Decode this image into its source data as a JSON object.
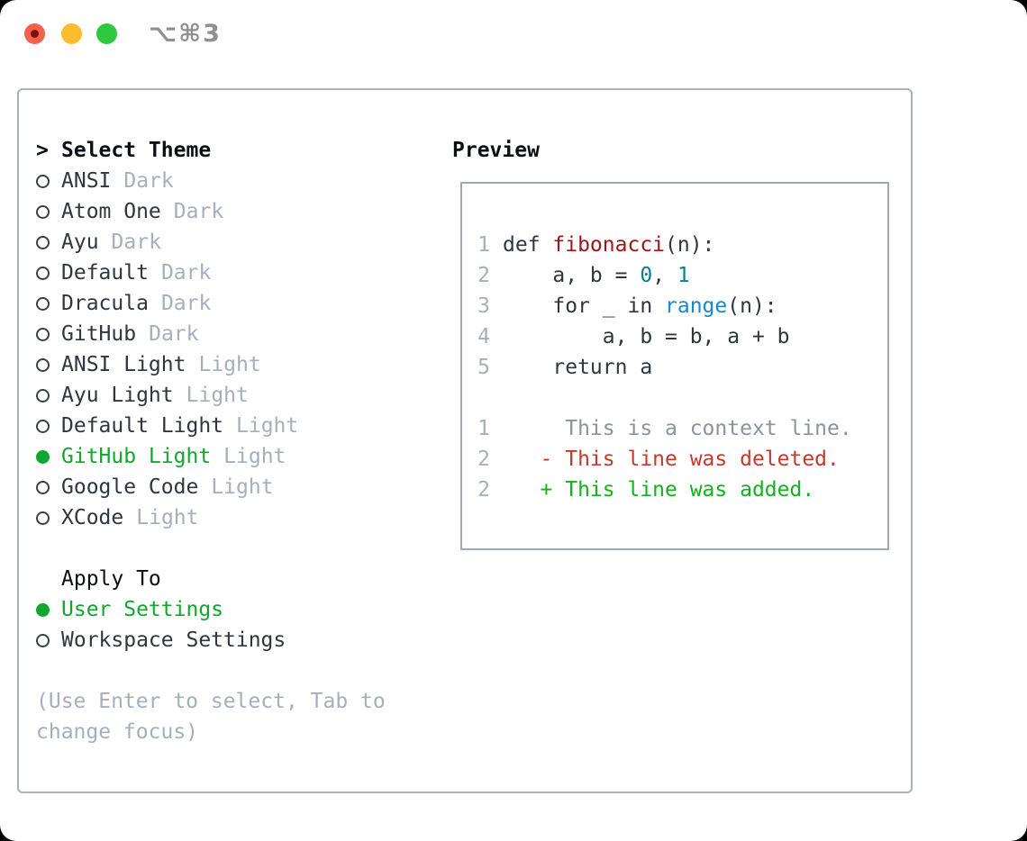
{
  "window": {
    "title": "⌥⌘3"
  },
  "left_pane": {
    "heading": {
      "marker": ">",
      "label": "Select Theme"
    },
    "themes": [
      {
        "name": "ANSI",
        "tag": "Dark",
        "selected": false
      },
      {
        "name": "Atom One",
        "tag": "Dark",
        "selected": false
      },
      {
        "name": "Ayu",
        "tag": "Dark",
        "selected": false
      },
      {
        "name": "Default",
        "tag": "Dark",
        "selected": false
      },
      {
        "name": "Dracula",
        "tag": "Dark",
        "selected": false
      },
      {
        "name": "GitHub",
        "tag": "Dark",
        "selected": false
      },
      {
        "name": "ANSI Light",
        "tag": "Light",
        "selected": false
      },
      {
        "name": "Ayu Light",
        "tag": "Light",
        "selected": false
      },
      {
        "name": "Default Light",
        "tag": "Light",
        "selected": false
      },
      {
        "name": "GitHub Light",
        "tag": "Light",
        "selected": true
      },
      {
        "name": "Google Code",
        "tag": "Light",
        "selected": false
      },
      {
        "name": "XCode",
        "tag": "Light",
        "selected": false
      }
    ],
    "apply_to": {
      "heading": "Apply To",
      "options": [
        {
          "name": "User Settings",
          "selected": true
        },
        {
          "name": "Workspace Settings",
          "selected": false
        }
      ]
    },
    "help": "(Use Enter to select, Tab to change focus)"
  },
  "preview": {
    "heading": "Preview",
    "lines": [
      {
        "num": "1",
        "segments": [
          {
            "text": "def ",
            "color": "code"
          },
          {
            "text": "fibonacci",
            "color": "function"
          },
          {
            "text": "(n):",
            "color": "code"
          }
        ]
      },
      {
        "num": "2",
        "segments": [
          {
            "text": "    a, b = ",
            "color": "code"
          },
          {
            "text": "0",
            "color": "number"
          },
          {
            "text": ", ",
            "color": "code"
          },
          {
            "text": "1",
            "color": "number"
          }
        ]
      },
      {
        "num": "3",
        "segments": [
          {
            "text": "    for _ in ",
            "color": "code"
          },
          {
            "text": "range",
            "color": "builtin"
          },
          {
            "text": "(n):",
            "color": "code"
          }
        ]
      },
      {
        "num": "4",
        "segments": [
          {
            "text": "        a, b = b, a + b",
            "color": "code"
          }
        ]
      },
      {
        "num": "5",
        "segments": [
          {
            "text": "    return a",
            "color": "code"
          }
        ]
      },
      {
        "num": "",
        "segments": []
      },
      {
        "num": "1",
        "segments": [
          {
            "text": "     This is a context line.",
            "color": "context"
          }
        ]
      },
      {
        "num": "2",
        "segments": [
          {
            "text": "   - This line was deleted.",
            "color": "deleted"
          }
        ]
      },
      {
        "num": "2",
        "segments": [
          {
            "text": "   + This line was added.",
            "color": "added"
          }
        ]
      }
    ]
  },
  "colors": {
    "accent_green": "#13a62e",
    "muted_gray": "#a6afbb",
    "text_dark": "#30363e",
    "syntax_function_red": "#a31419",
    "syntax_number_teal": "#0c7f88",
    "syntax_builtin_blue": "#108bcd",
    "diff_context_gray": "#8d939c",
    "diff_deleted_red": "#c5392b",
    "diff_added_green": "#12b11d",
    "traffic_red": "#f55f4e",
    "traffic_yellow": "#fcbc2f",
    "traffic_green": "#2ec93e"
  }
}
